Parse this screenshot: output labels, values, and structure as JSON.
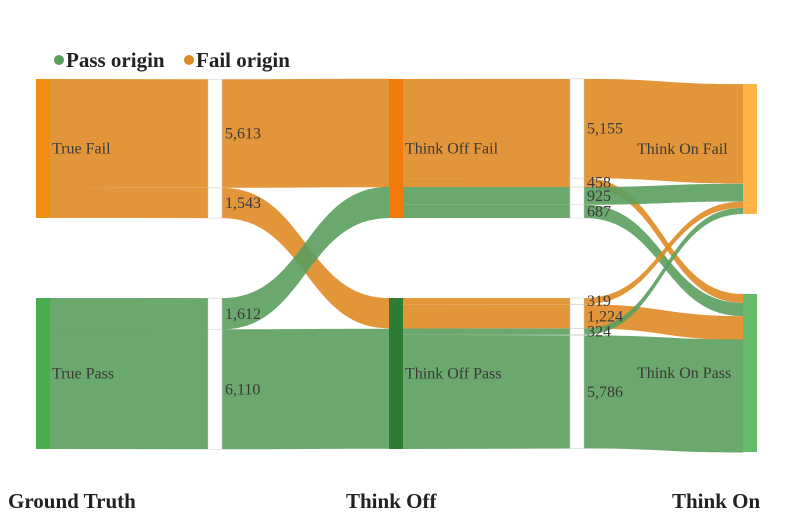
{
  "legend": [
    {
      "label": "Pass origin",
      "color": "#5a9e5e"
    },
    {
      "label": "Fail origin",
      "color": "#e08a24"
    }
  ],
  "stages": [
    "Ground Truth",
    "Think Off",
    "Think On"
  ],
  "nodes": [
    {
      "id": "gt_fail",
      "label": "True Fail",
      "color": "#f28e0f"
    },
    {
      "id": "gt_pass",
      "label": "True Pass",
      "color": "#47ad4d"
    },
    {
      "id": "off_fail",
      "label": "Think Off Fail",
      "color": "#f07b0b"
    },
    {
      "id": "off_pass",
      "label": "Think Off Pass",
      "color": "#2e7d32"
    },
    {
      "id": "on_fail",
      "label": "Think On Fail",
      "color": "#ffb347"
    },
    {
      "id": "on_pass",
      "label": "Think On Pass",
      "color": "#66bb6a"
    }
  ],
  "chart_data": {
    "type": "sankey",
    "links_stage1": [
      {
        "source": "gt_fail",
        "target": "off_fail",
        "value": 5613,
        "label": "5,613",
        "origin": "fail"
      },
      {
        "source": "gt_fail",
        "target": "off_pass",
        "value": 1543,
        "label": "1,543",
        "origin": "fail"
      },
      {
        "source": "gt_pass",
        "target": "off_fail",
        "value": 1612,
        "label": "1,612",
        "origin": "pass"
      },
      {
        "source": "gt_pass",
        "target": "off_pass",
        "value": 6110,
        "label": "6,110",
        "origin": "pass"
      }
    ],
    "links_stage2": [
      {
        "source": "off_fail",
        "target": "on_fail",
        "value": 5155,
        "label": "5,155",
        "origin": "fail"
      },
      {
        "source": "off_fail",
        "target": "on_pass",
        "value": 458,
        "label": "458",
        "origin": "fail"
      },
      {
        "source": "off_fail",
        "target": "on_fail",
        "value": 925,
        "label": "925",
        "origin": "pass"
      },
      {
        "source": "off_fail",
        "target": "on_pass",
        "value": 687,
        "label": "687",
        "origin": "pass"
      },
      {
        "source": "off_pass",
        "target": "on_fail",
        "value": 319,
        "label": "319",
        "origin": "fail"
      },
      {
        "source": "off_pass",
        "target": "on_pass",
        "value": 1224,
        "label": "1,224",
        "origin": "fail"
      },
      {
        "source": "off_pass",
        "target": "on_fail",
        "value": 324,
        "label": "324",
        "origin": "pass"
      },
      {
        "source": "off_pass",
        "target": "on_pass",
        "value": 5786,
        "label": "5,786",
        "origin": "pass"
      }
    ]
  }
}
